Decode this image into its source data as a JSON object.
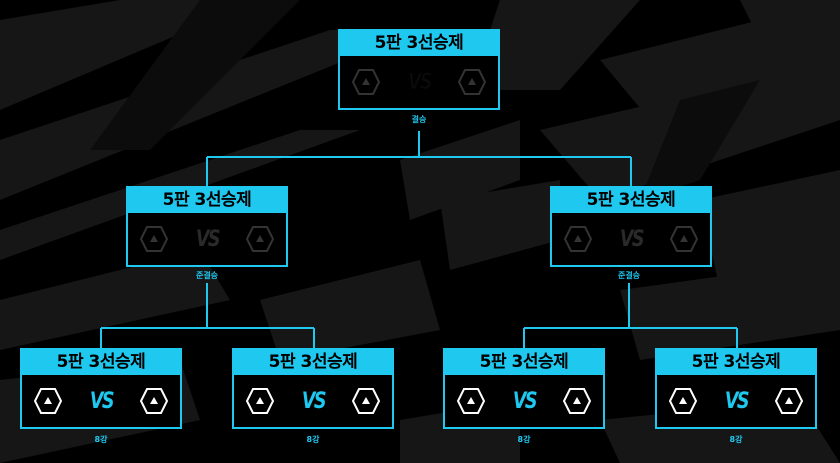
{
  "colors": {
    "accent": "#1ec8ef",
    "background": "#000000"
  },
  "final": {
    "title": "5판 3선승제",
    "vs": "VS",
    "round": "결승",
    "left_team_icon": "hexagon-icon",
    "right_team_icon": "hexagon-icon"
  },
  "semis": [
    {
      "title": "5판 3선승제",
      "vs": "VS",
      "round": "준결승"
    },
    {
      "title": "5판 3선승제",
      "vs": "VS",
      "round": "준결승"
    }
  ],
  "quarters": [
    {
      "title": "5판 3선승제",
      "vs": "VS",
      "round": "8강"
    },
    {
      "title": "5판 3선승제",
      "vs": "VS",
      "round": "8강"
    },
    {
      "title": "5판 3선승제",
      "vs": "VS",
      "round": "8강"
    },
    {
      "title": "5판 3선승제",
      "vs": "VS",
      "round": "8강"
    }
  ]
}
